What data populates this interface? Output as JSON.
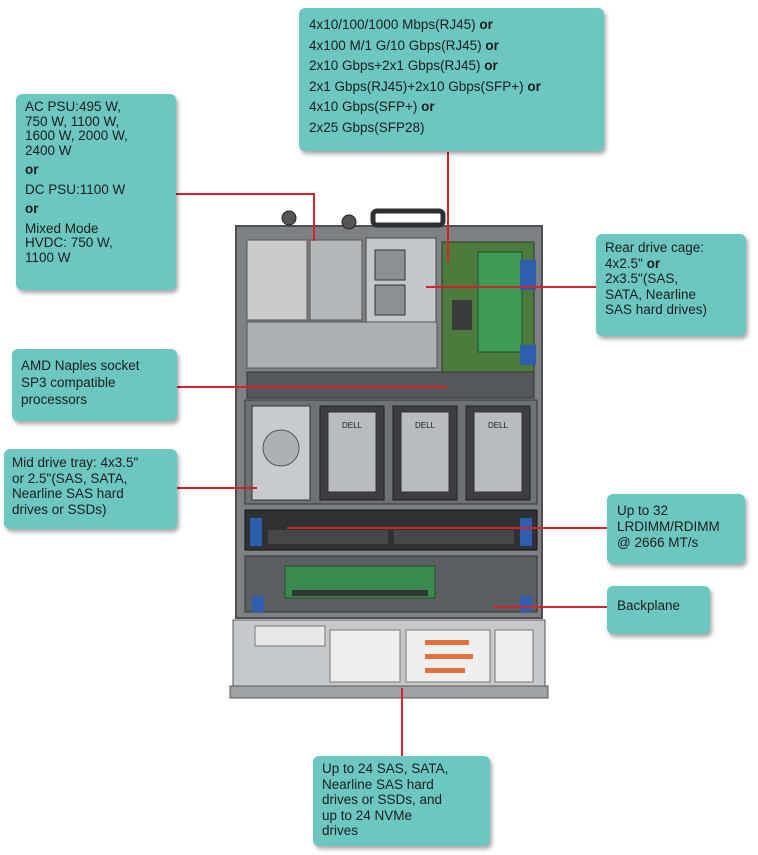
{
  "callouts": {
    "network": {
      "lines": [
        {
          "text": "4x10/100/1000 Mbps(RJ45)",
          "suffix": " or"
        },
        {
          "text": "4x100 M/1 G/10 Gbps(RJ45)",
          "suffix": " or"
        },
        {
          "text": "2x10 Gbps+2x1 Gbps(RJ45)",
          "suffix": " or"
        },
        {
          "text": "2x1 Gbps(RJ45)+2x10 Gbps(SFP+)",
          "suffix": " or"
        },
        {
          "text": "4x10 Gbps(SFP+)",
          "suffix": " or"
        },
        {
          "text": "2x25 Gbps(SFP28)",
          "suffix": ""
        }
      ]
    },
    "psu": {
      "ac": "AC PSU:495 W, 750 W, 1100 W, 1600 W, 2000 W, 2400 W",
      "ac_lines": [
        "AC PSU:495 W,",
        "750 W, 1100 W,",
        "1600 W, 2000 W,",
        "2400 W"
      ],
      "or1": "or",
      "dc": "DC PSU:1100 W",
      "or2": "or",
      "mixed_lines": [
        "Mixed Mode",
        "HVDC: 750 W,",
        "1100 W"
      ]
    },
    "rear_drive": {
      "line1": "Rear drive cage:",
      "line2_text": "4x2.5\"",
      "line2_or": " or",
      "lines_rest": [
        "2x3.5\"(SAS,",
        "SATA, Nearline",
        "SAS hard drives)"
      ]
    },
    "cpu": {
      "lines": [
        "AMD Naples socket",
        "SP3 compatible",
        "processors"
      ]
    },
    "mid_tray": {
      "lines": [
        "Mid drive tray: 4x3.5\"",
        "or 2.5\"(SAS, SATA,",
        "Nearline SAS hard",
        "drives or SSDs)"
      ]
    },
    "memory": {
      "lines": [
        "Up to 32",
        "LRDIMM/RDIMM",
        "@ 2666 MT/s"
      ]
    },
    "backplane": {
      "label": "Backplane"
    },
    "front": {
      "lines": [
        "Up to 24 SAS, SATA,",
        "Nearline SAS hard",
        "drives or SSDs, and",
        "up to 24 NVMe",
        "drives"
      ]
    }
  },
  "drive_labels": [
    "DELL",
    "DELL",
    "DELL"
  ],
  "colors": {
    "callout_bg": "#6cc7c0",
    "leader": "#d4232b",
    "chassis": "#9a9da1"
  }
}
